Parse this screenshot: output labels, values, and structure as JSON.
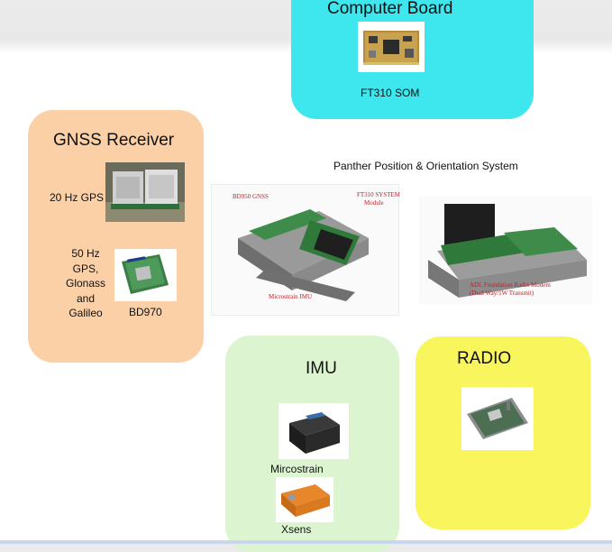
{
  "computer_board": {
    "title": "Computer Board",
    "caption": "FT310 SOM"
  },
  "gnss_receiver": {
    "title": "GNSS Receiver",
    "gps20_label": "20 Hz GPS",
    "gps50_lines": [
      "50 Hz",
      "GPS,",
      "Glonass",
      "and",
      "Galileo"
    ],
    "bd970_label": "BD970"
  },
  "system": {
    "title": "Panther Position & Orientation System",
    "photo1_labels": {
      "bd950": "BD950 GNSS",
      "ft310_line1": "FT310 SYSTEM",
      "ft310_line2": "Module",
      "imu": "Microstrain IMU"
    },
    "photo2_labels": {
      "line1": "ADL Foundation  Radio Modem",
      "line2": "(Dual Way/1W Transmit)"
    }
  },
  "imu": {
    "title": "IMU",
    "microstrain_label": "Mircostrain",
    "xsens_label": "Xsens"
  },
  "radio": {
    "title": "RADIO"
  },
  "colors": {
    "cyan": "#3ee6ee",
    "peach": "#fbd0a6",
    "green": "#dcf5d0",
    "yellow": "#f9f55d"
  }
}
